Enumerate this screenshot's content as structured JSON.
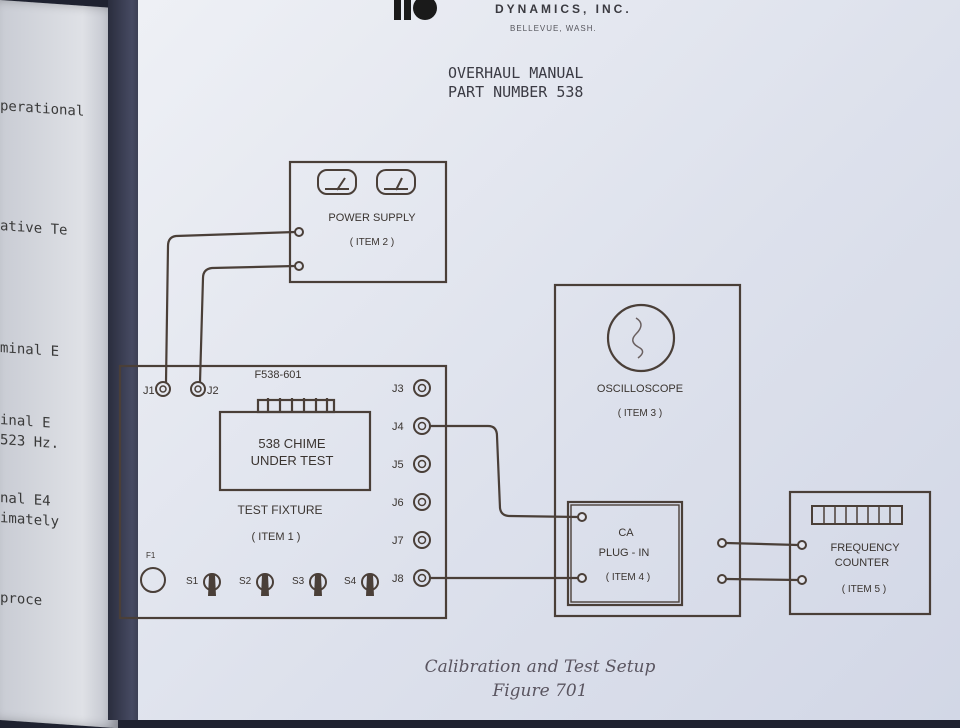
{
  "header": {
    "company": "DYNAMICS, INC.",
    "city": "BELLEVUE, WASH.",
    "title_line1": "OVERHAUL MANUAL",
    "title_line2": "PART NUMBER 538"
  },
  "left_page_fragments": [
    "perational",
    "ative Te",
    "minal E",
    "inal E",
    "523 Hz.",
    "nal E4",
    "imately",
    "proce"
  ],
  "diagram": {
    "power_supply": {
      "name": "POWER SUPPLY",
      "item": "( ITEM 2 )"
    },
    "test_fixture": {
      "part_number": "F538-601",
      "chime_line1": "538 CHIME",
      "chime_line2": "UNDER TEST",
      "name": "TEST FIXTURE",
      "item": "( ITEM 1 )",
      "jacks": [
        "J1",
        "J2",
        "J3",
        "J4",
        "J5",
        "J6",
        "J7",
        "J8"
      ],
      "fuse": "F1",
      "switches": [
        "S1",
        "S2",
        "S3",
        "S4"
      ]
    },
    "oscilloscope": {
      "name": "OSCILLOSCOPE",
      "item": "( ITEM 3 )"
    },
    "plugin": {
      "line1": "CA",
      "line2": "PLUG - IN",
      "item": "( ITEM 4 )"
    },
    "frequency_counter": {
      "line1": "FREQUENCY",
      "line2": "COUNTER",
      "item": "( ITEM 5 )"
    }
  },
  "caption": {
    "line1": "Calibration and Test Setup",
    "line2": "Figure 701"
  }
}
